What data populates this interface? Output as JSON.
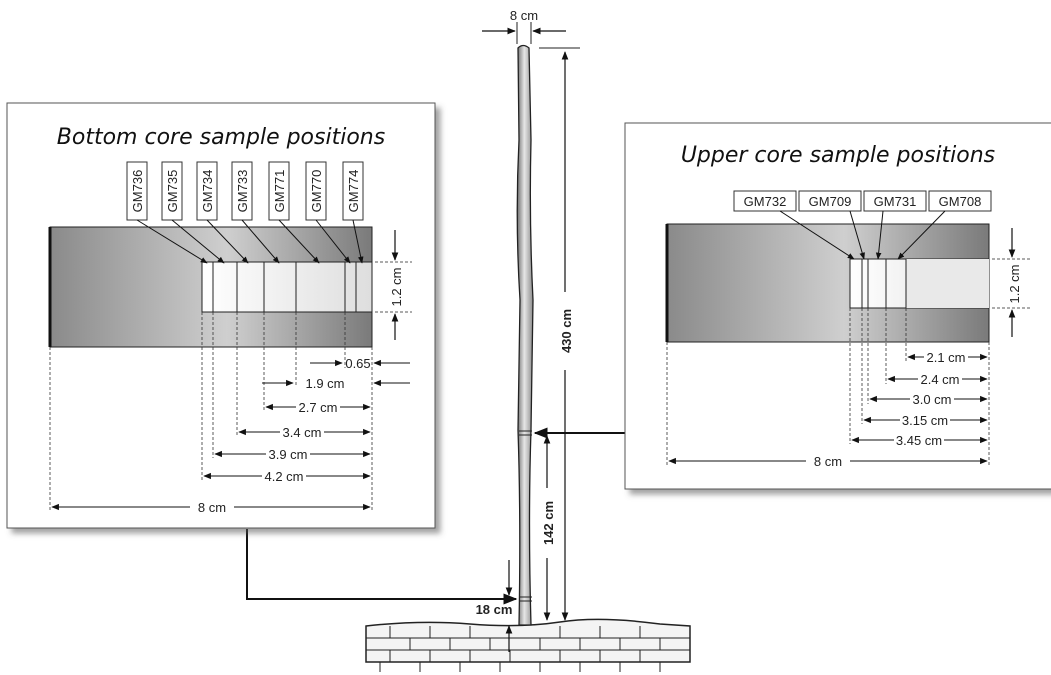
{
  "pole": {
    "top_width": "8 cm",
    "height_total": "430 cm",
    "height_upper_sample": "142 cm",
    "height_bottom_sample": "18 cm"
  },
  "bottom_panel": {
    "title": "Bottom core sample positions",
    "samples": [
      "GM736",
      "GM735",
      "GM734",
      "GM733",
      "GM771",
      "GM770",
      "GM774"
    ],
    "core_height": "1.2 cm",
    "depths": [
      "0.65",
      "1.9 cm",
      "2.7 cm",
      "3.4 cm",
      "3.9 cm",
      "4.2 cm"
    ],
    "width": "8 cm"
  },
  "upper_panel": {
    "title": "Upper core sample positions",
    "samples": [
      "GM732",
      "GM709",
      "GM731",
      "GM708"
    ],
    "core_height": "1.2 cm",
    "depths": [
      "2.1 cm",
      "2.4 cm",
      "3.0 cm",
      "3.15 cm",
      "3.45 cm"
    ],
    "width": "8 cm"
  }
}
